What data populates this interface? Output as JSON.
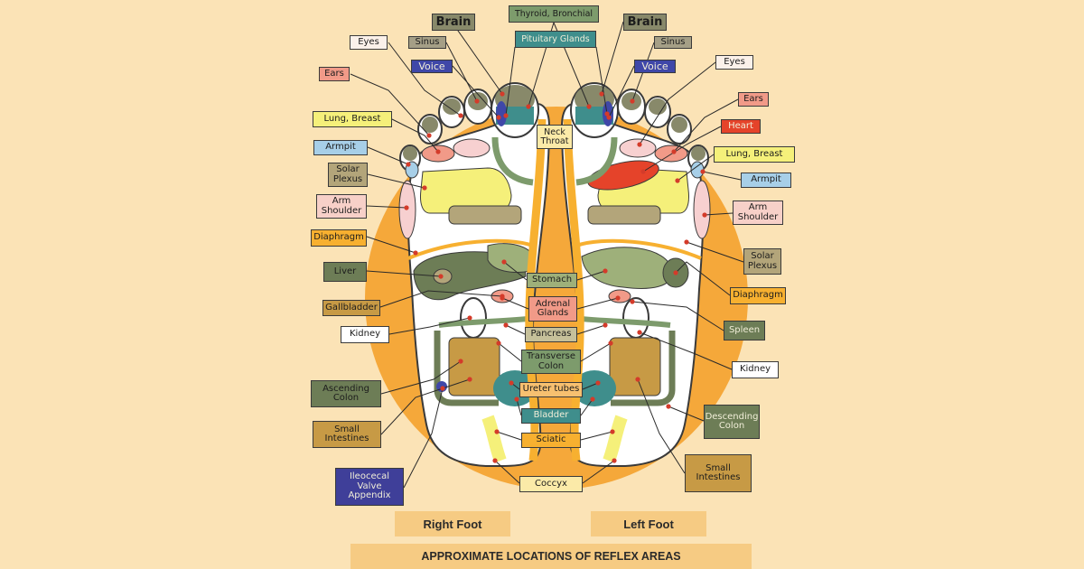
{
  "colors": {
    "background": "#fbe3b6",
    "circle": "#f5a83a",
    "foot": "#ffffff",
    "outline": "#3a3a3a",
    "leader_line": "#2a2a2a",
    "marker_dot": "#d43b2a",
    "heart": "#e5432a",
    "voice": "#3f47a8",
    "brain": "#88896a",
    "pituitary": "#3f8e8c",
    "lung": "#f5f07a",
    "arm": "#b3a57a",
    "liver": "#6d7d56",
    "stomach": "#9eb07a",
    "intestine": "#c79a45",
    "ileocecal": "#3f3f99",
    "spine": "#f7b030"
  },
  "labels": {
    "thyroid": "Thyroid, Bronchial",
    "pituitary": "Pituitary Glands",
    "brain_r": "Brain",
    "brain_l": "Brain",
    "sinus_r": "Sinus",
    "sinus_l": "Sinus",
    "voice_r": "Voice",
    "voice_l": "Voice",
    "eyes_r": "Eyes",
    "eyes_l": "Eyes",
    "ears_r": "Ears",
    "ears_l": "Ears",
    "heart": "Heart",
    "lung_r": "Lung, Breast",
    "lung_l": "Lung, Breast",
    "armpit_r": "Armpit",
    "armpit_l": "Armpit",
    "solar_r": "Solar\nPlexus",
    "solar_l": "Solar\nPlexus",
    "arm_r": "Arm\nShoulder",
    "arm_l": "Arm\nShoulder",
    "diaphragm_r": "Diaphragm",
    "diaphragm_l": "Diaphragm",
    "liver": "Liver",
    "gallbladder": "Gallbladder",
    "kidney_r": "Kidney",
    "kidney_l": "Kidney",
    "spleen": "Spleen",
    "ascending": "Ascending\nColon",
    "descending": "Descending\nColon",
    "small_r": "Small\nIntestines",
    "small_l": "Small\nIntestines",
    "ileocecal": "Ileocecal\nValve\nAppendix",
    "neck": "Neck\nThroat",
    "stomach": "Stomach",
    "adrenal": "Adrenal\nGlands",
    "pancreas": "Pancreas",
    "transverse": "Transverse\nColon",
    "ureter": "Ureter tubes",
    "bladder": "Bladder",
    "sciatic": "Sciatic",
    "coccyx": "Coccyx"
  },
  "foot_titles": {
    "right": "Right Foot",
    "left": "Left Foot"
  },
  "caption": "APPROXIMATE LOCATIONS OF REFLEX AREAS"
}
